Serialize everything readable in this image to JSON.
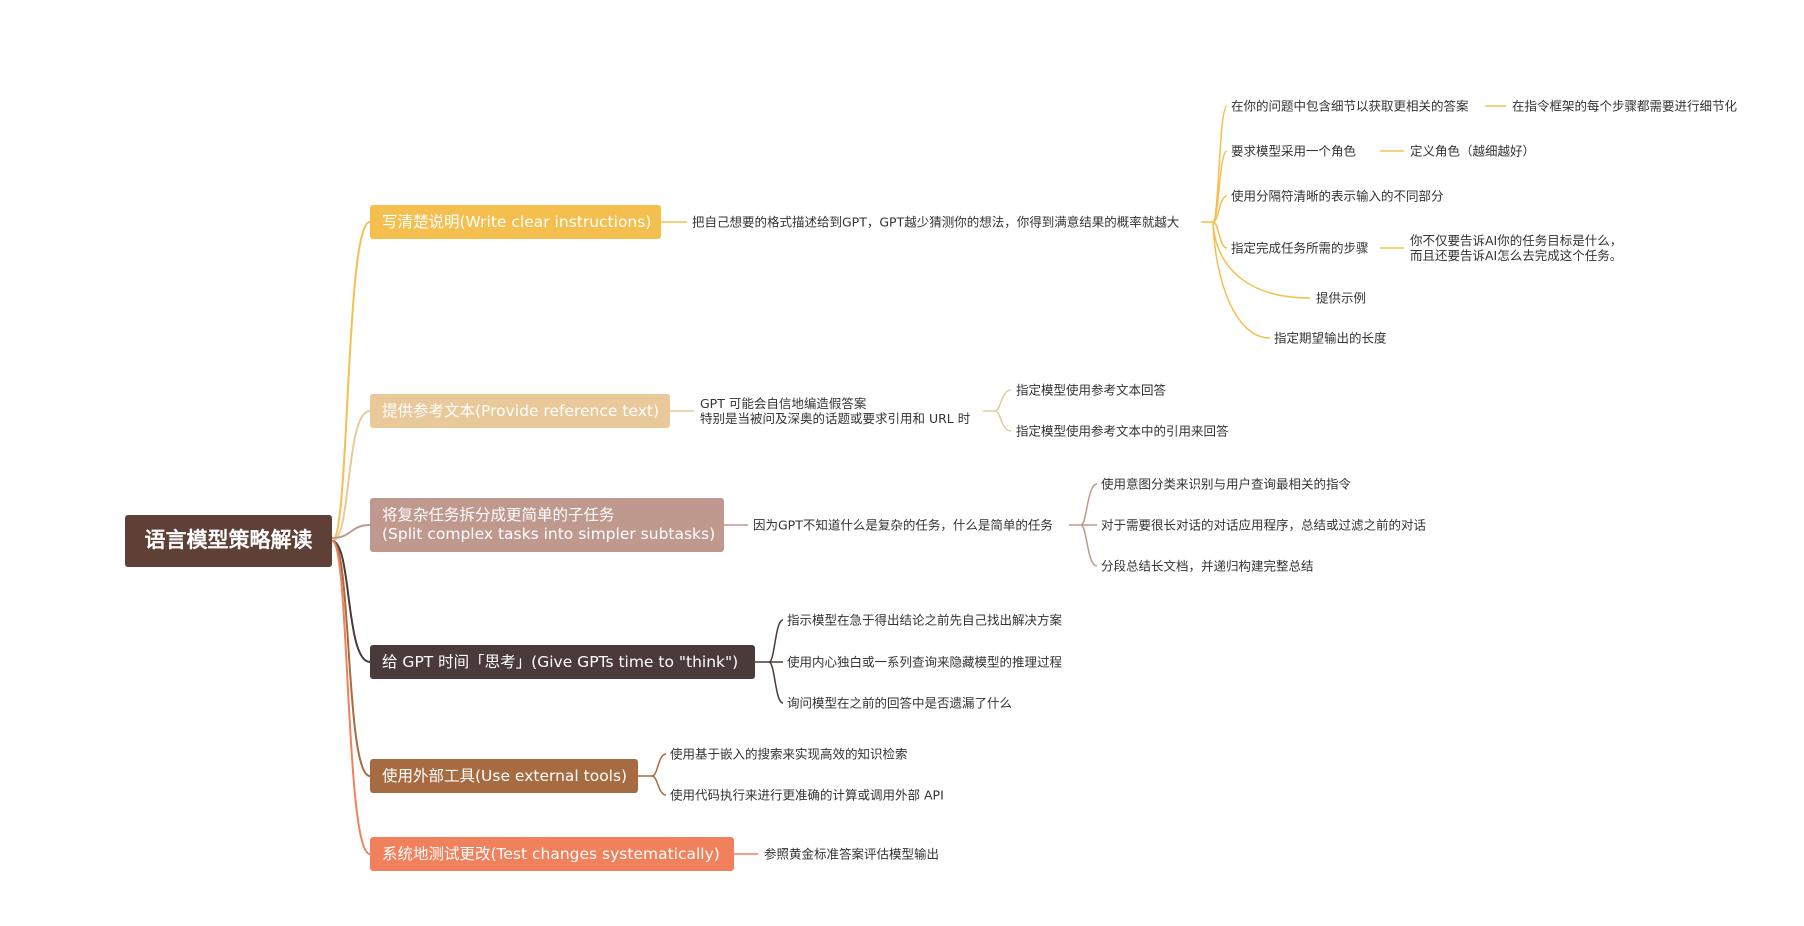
{
  "colors": {
    "root": "#5e4036",
    "branch_1": "#f5bf4f",
    "branch_2": "#e9c89a",
    "branch_3": "#c0998e",
    "branch_4": "#4a3a39",
    "branch_5": "#a66b40",
    "branch_6": "#f0815c",
    "text": "#333333"
  },
  "root": {
    "label": "语言模型策略解读"
  },
  "branches": [
    {
      "label": "写清楚说明(Write clear instructions)",
      "detail": "把自己想要的格式描述给到GPT，GPT越少猜测你的想法，你得到满意结果的概率就越大",
      "items": [
        {
          "label": "在你的问题中包含细节以获取更相关的答案",
          "note": "在指令框架的每个步骤都需要进行细节化"
        },
        {
          "label": "要求模型采用一个角色",
          "note": "定义角色（越细越好）"
        },
        {
          "label": "使用分隔符清晰的表示输入的不同部分"
        },
        {
          "label": "指定完成任务所需的步骤",
          "note_lines": [
            "你不仅要告诉AI你的任务目标是什么，",
            "而且还要告诉AI怎么去完成这个任务。"
          ]
        },
        {
          "label": "提供示例"
        },
        {
          "label": "指定期望输出的长度"
        }
      ]
    },
    {
      "label": "提供参考文本(Provide reference text)",
      "detail_lines": [
        "GPT 可能会自信地编造假答案",
        "特别是当被问及深奥的话题或要求引用和 URL 时"
      ],
      "items": [
        {
          "label": "指定模型使用参考文本回答"
        },
        {
          "label": "指定模型使用参考文本中的引用来回答"
        }
      ]
    },
    {
      "label_lines": [
        "将复杂任务拆分成更简单的子任务",
        "(Split complex tasks into simpler subtasks)"
      ],
      "detail": "因为GPT不知道什么是复杂的任务，什么是简单的任务",
      "items": [
        {
          "label": "使用意图分类来识别与用户查询最相关的指令"
        },
        {
          "label": "对于需要很长对话的对话应用程序，总结或过滤之前的对话"
        },
        {
          "label": "分段总结长文档，并递归构建完整总结"
        }
      ]
    },
    {
      "label": "给 GPT 时间「思考」(Give GPTs time to \"think\")",
      "items": [
        {
          "label": "指示模型在急于得出结论之前先自己找出解决方案"
        },
        {
          "label": "使用内心独白或一系列查询来隐藏模型的推理过程"
        },
        {
          "label": "询问模型在之前的回答中是否遗漏了什么"
        }
      ]
    },
    {
      "label": "使用外部工具(Use external tools)",
      "items": [
        {
          "label": "使用基于嵌入的搜索来实现高效的知识检索"
        },
        {
          "label": "使用代码执行来进行更准确的计算或调用外部 API"
        }
      ]
    },
    {
      "label": "系统地测试更改(Test changes systematically)",
      "detail": "参照黄金标准答案评估模型输出"
    }
  ]
}
